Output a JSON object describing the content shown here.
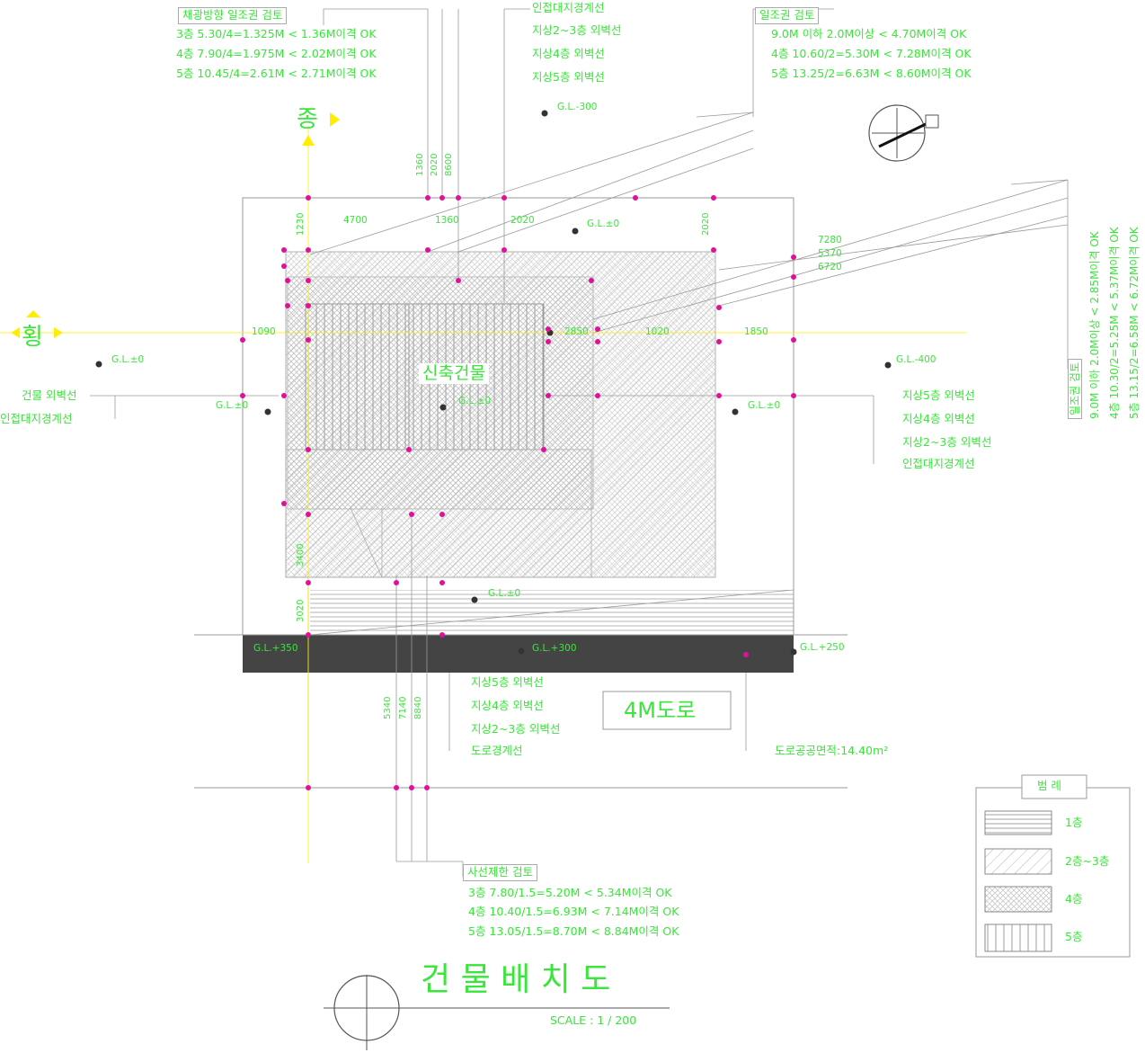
{
  "colors": {
    "accent": "#39e639",
    "yellow": "#ffee00",
    "magenta": "#e0109a",
    "road": "#444444",
    "line": "#9a9a9a"
  },
  "setback_check": {
    "title": "채광방향 일조권 검토",
    "lines": [
      "3층 5.30/4=1.325M < 1.36M이격 OK",
      "4층 7.90/4=1.975M < 2.02M이격 OK",
      "5층 10.45/4=2.61M < 2.71M이격 OK"
    ]
  },
  "sunlight_check": {
    "title": "일조권 검토",
    "lines": [
      "9.0M 이하 2.0M이상 < 4.70M이격 OK",
      "4층 10.60/2=5.30M < 7.28M이격 OK",
      "5층 13.25/2=6.63M < 8.60M이격 OK"
    ]
  },
  "sunlight_check_side": {
    "title": "일조권 검토",
    "lines": [
      "9.0M 이하 2.0M이상 < 2.85M이격 OK",
      "4층 10.30/2=5.25M < 5.37M이격 OK",
      "5층 13.15/2=6.58M < 6.72M이격 OK"
    ]
  },
  "top_labels": [
    "인접대지경계선",
    "지상2~3층 외벽선",
    "지상4층 외벽선",
    "지상5층 외벽선"
  ],
  "right_labels": [
    "지상5층 외벽선",
    "지상4층 외벽선",
    "지상2~3층 외벽선",
    "인접대지경계선"
  ],
  "left_labels": [
    "건물 외벽선",
    "인접대지경계선"
  ],
  "bottom_labels": [
    "지상5층 외벽선",
    "지상4층 외벽선",
    "지상2~3층 외벽선",
    "도로경계선"
  ],
  "gl": {
    "top": "G.L.-300",
    "inner": "G.L.±0",
    "left": "G.L.±0",
    "left2": "G.L.±0",
    "right": "G.L.-400",
    "right2": "G.L.±0",
    "center": "G.L.±0",
    "bottom": "G.L.±0",
    "road_left": "G.L.+350",
    "road_mid": "G.L.+300",
    "road_right": "G.L.+250"
  },
  "directions": {
    "vertical": "종",
    "horizontal": "횡"
  },
  "building_name": "신축건물",
  "road_name": "4M도로",
  "road_area": "도로공공면적:14.40m²",
  "diagonal_check": {
    "title": "사선제한 검토",
    "lines": [
      "3층 7.80/1.5=5.20M < 5.34M이격 OK",
      "4층 10.40/1.5=6.93M < 7.14M이격 OK",
      "5층 13.05/1.5=8.70M < 8.84M이격 OK"
    ]
  },
  "legend": {
    "title": "범 례",
    "items": [
      "1층",
      "2층~3층",
      "4층",
      "5층"
    ]
  },
  "drawing_title": "건 물 배 치 도",
  "scale": "SCALE : 1 / 200",
  "dims": {
    "d1": "4700",
    "d2": "1360",
    "d3": "2020",
    "d4": "1020",
    "d5": "1090",
    "d6": "1850",
    "d7": "7280",
    "d8": "5370",
    "d9": "6720",
    "d10": "2850",
    "d11": "1230",
    "d12": "2020",
    "d13": "1360",
    "d14": "8600",
    "d15": "5340",
    "d16": "7140",
    "d17": "8840",
    "d18": "3400",
    "d19": "3020"
  }
}
